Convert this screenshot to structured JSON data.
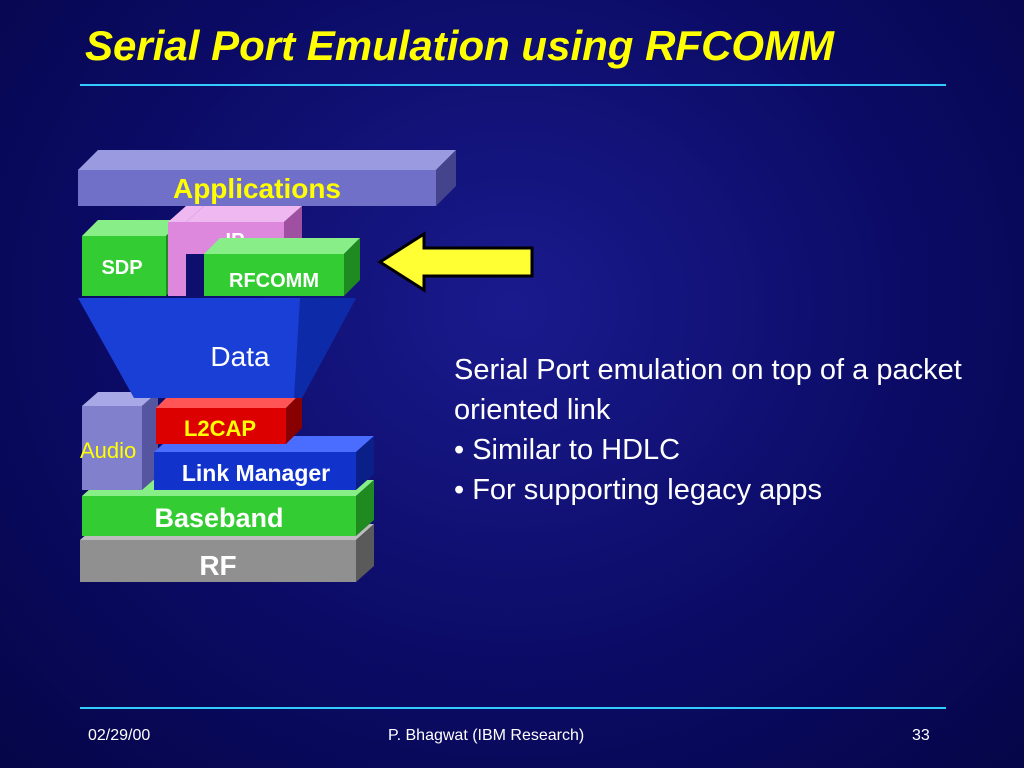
{
  "slide": {
    "title": "Serial Port Emulation using RFCOMM",
    "footer": {
      "date": "02/29/00",
      "author": "P. Bhagwat  (IBM Research)",
      "page_number": "33"
    }
  },
  "stack": {
    "layers": {
      "applications": "Applications",
      "sdp": "SDP",
      "ip": "IP",
      "rfcomm": "RFCOMM",
      "data": "Data",
      "audio": "Audio",
      "l2cap": "L2CAP",
      "link_manager": "Link Manager",
      "baseband": "Baseband",
      "rf": "RF"
    },
    "colors": {
      "applications": "#7070c8",
      "green": "#33cc33",
      "ip": "#dd88dd",
      "data": "#1a3fd6",
      "audio": "#8080cc",
      "l2cap": "#dd0000",
      "link_manager": "#1133cc",
      "rf": "#909090",
      "highlight_text": "#ffff00",
      "arrow": "#ffff33"
    }
  },
  "description": {
    "line1": "Serial Port emulation on top of a packet oriented link",
    "bullet1": "• Similar to HDLC",
    "bullet2": "• For supporting legacy apps"
  }
}
